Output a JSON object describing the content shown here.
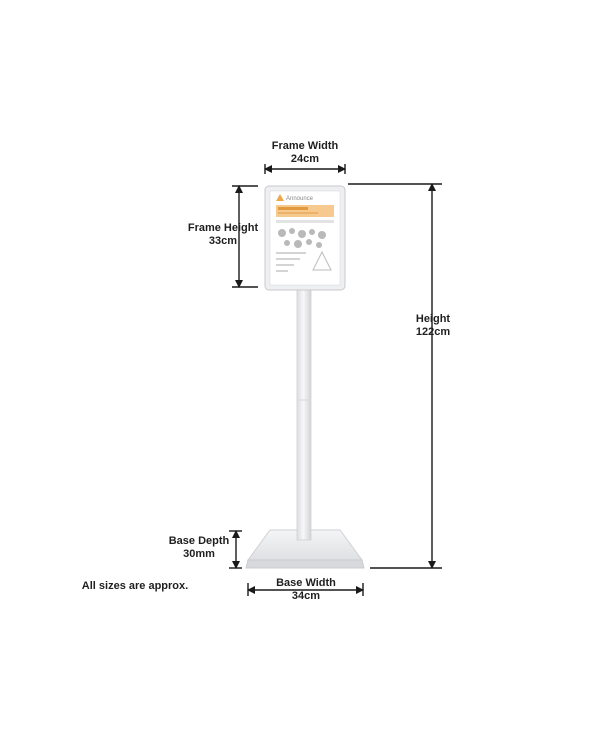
{
  "dimensions": {
    "frame_width": {
      "label": "Frame Width",
      "value": "24cm"
    },
    "frame_height": {
      "label": "Frame Height",
      "value": "33cm"
    },
    "height": {
      "label": "Height",
      "value": "122cm"
    },
    "base_depth": {
      "label": "Base Depth",
      "value": "30mm"
    },
    "base_width": {
      "label": "Base Width",
      "value": "34cm"
    }
  },
  "note": "All sizes are approx.",
  "poster": {
    "brand": "Announce"
  },
  "colors": {
    "line": "#1a1a1a",
    "stand": "#f2f3f4",
    "stand_shadow": "#d9dadc",
    "poster_accent": "#f0a64a"
  }
}
